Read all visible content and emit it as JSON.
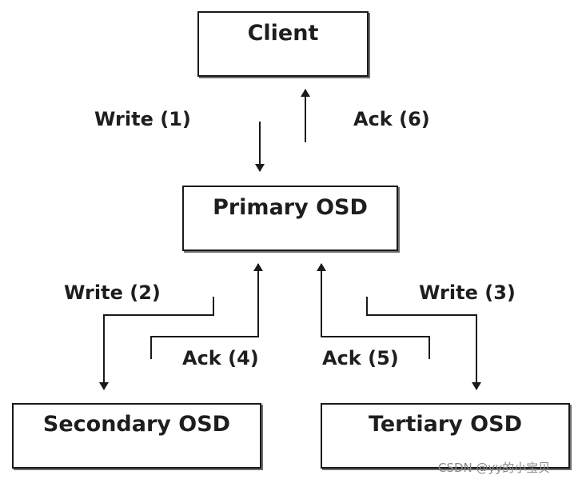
{
  "nodes": {
    "client": "Client",
    "primary": "Primary OSD",
    "secondary": "Secondary OSD",
    "tertiary": "Tertiary OSD"
  },
  "edges": {
    "write1": "Write (1)",
    "ack6": "Ack (6)",
    "write2": "Write (2)",
    "ack4": "Ack (4)",
    "ack5": "Ack (5)",
    "write3": "Write (3)"
  },
  "watermark": "CSDN @yy的小宝贝",
  "colors": {
    "line": "#1a1a1a",
    "shadow": "#6f6f6f",
    "text": "#1e1e1e",
    "watermark": "#8a8a8a"
  }
}
